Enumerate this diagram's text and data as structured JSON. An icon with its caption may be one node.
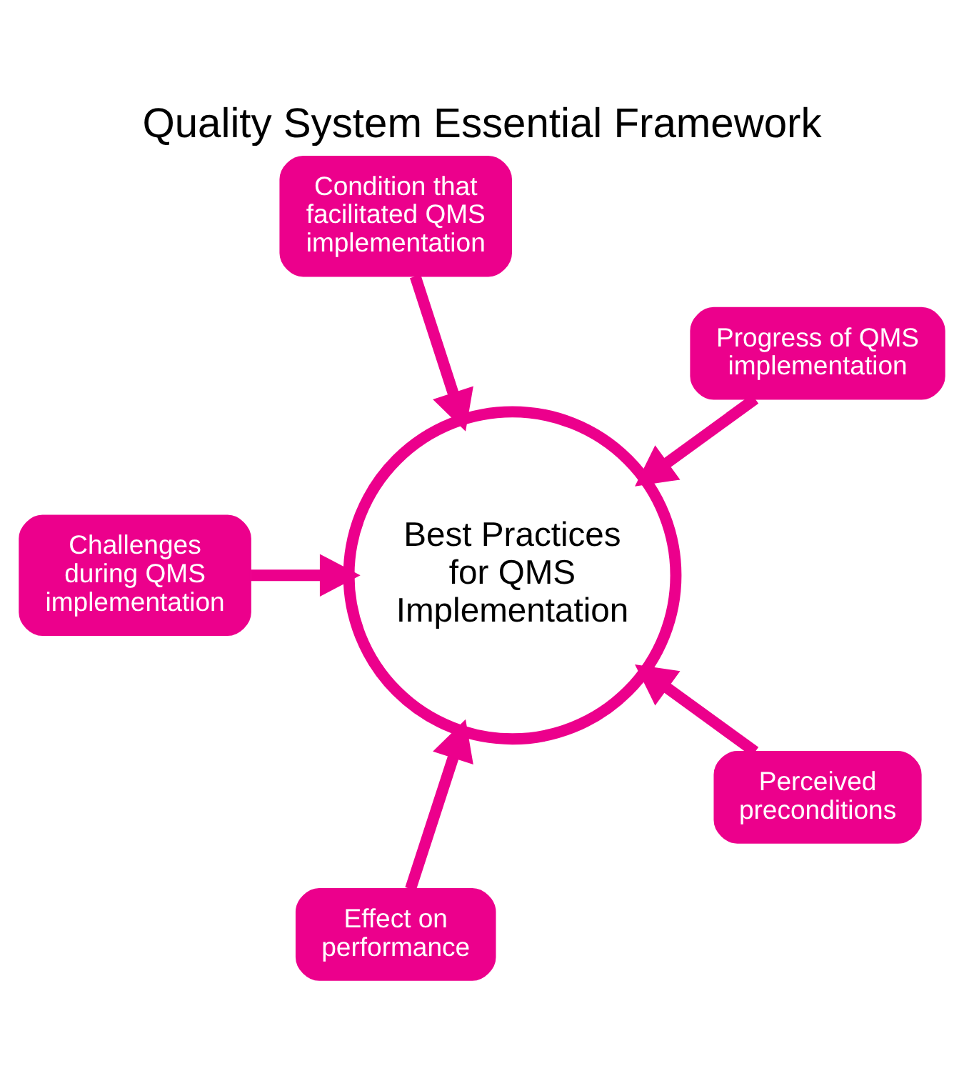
{
  "diagram": {
    "title": "Quality System Essential Framework",
    "nodes": [
      {
        "text": [
          "Progress of QMS implementation"
        ]
      },
      {
        "text": [
          "Condition that facilitated QMS implementation"
        ]
      },
      {
        "text": [
          "Challenges during QMS implementation"
        ]
      },
      {
        "text": [
          "Best Practices for QMS Implementation"
        ]
      },
      {
        "text": [
          "Effect on performance"
        ]
      },
      {
        "text": [
          "Perceived preconditions"
        ]
      }
    ],
    "edges": [
      {
        "from": 0,
        "to": 3,
        "arrow": "to"
      },
      {
        "from": 1,
        "to": 3,
        "arrow": "to"
      },
      {
        "from": 2,
        "to": 3,
        "arrow": "to"
      },
      {
        "from": 4,
        "to": 3,
        "arrow": "to"
      },
      {
        "from": 5,
        "to": 3,
        "arrow": "to"
      }
    ]
  }
}
